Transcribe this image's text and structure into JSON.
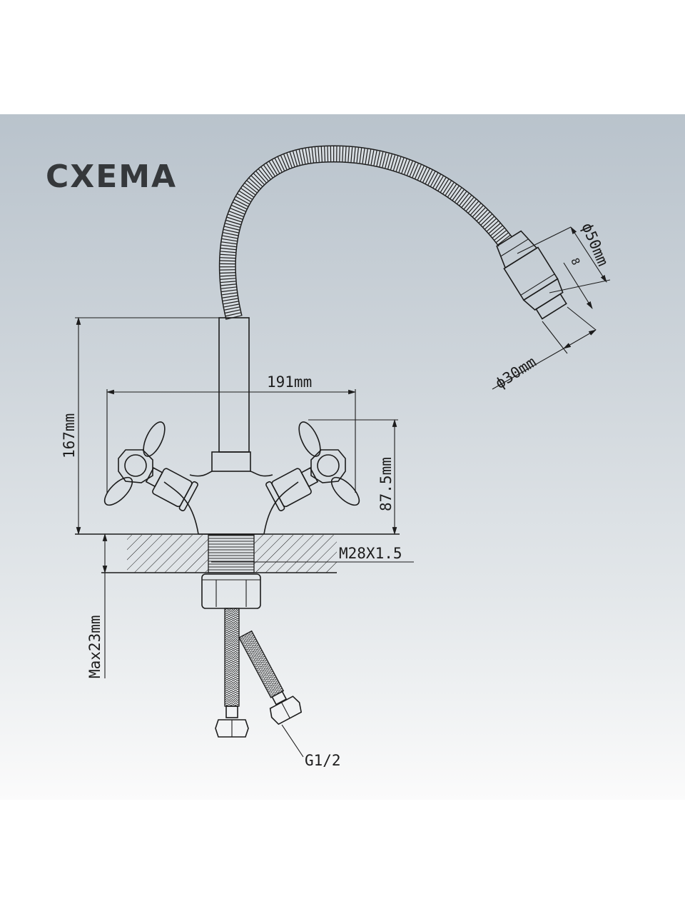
{
  "title": "СХЕМА",
  "dimensions": {
    "height_total": "167mm",
    "width_total": "191mm",
    "handle_height": "87.5mm",
    "thread": "M28X1.5",
    "max_counter": "Max23mm",
    "connection": "G1/2",
    "head_diameter": "ϕ50mm",
    "outlet_diameter": "ϕ30mm",
    "head_gap": "8"
  },
  "colors": {
    "line": "#1c1c1c",
    "title": "#35383b"
  }
}
